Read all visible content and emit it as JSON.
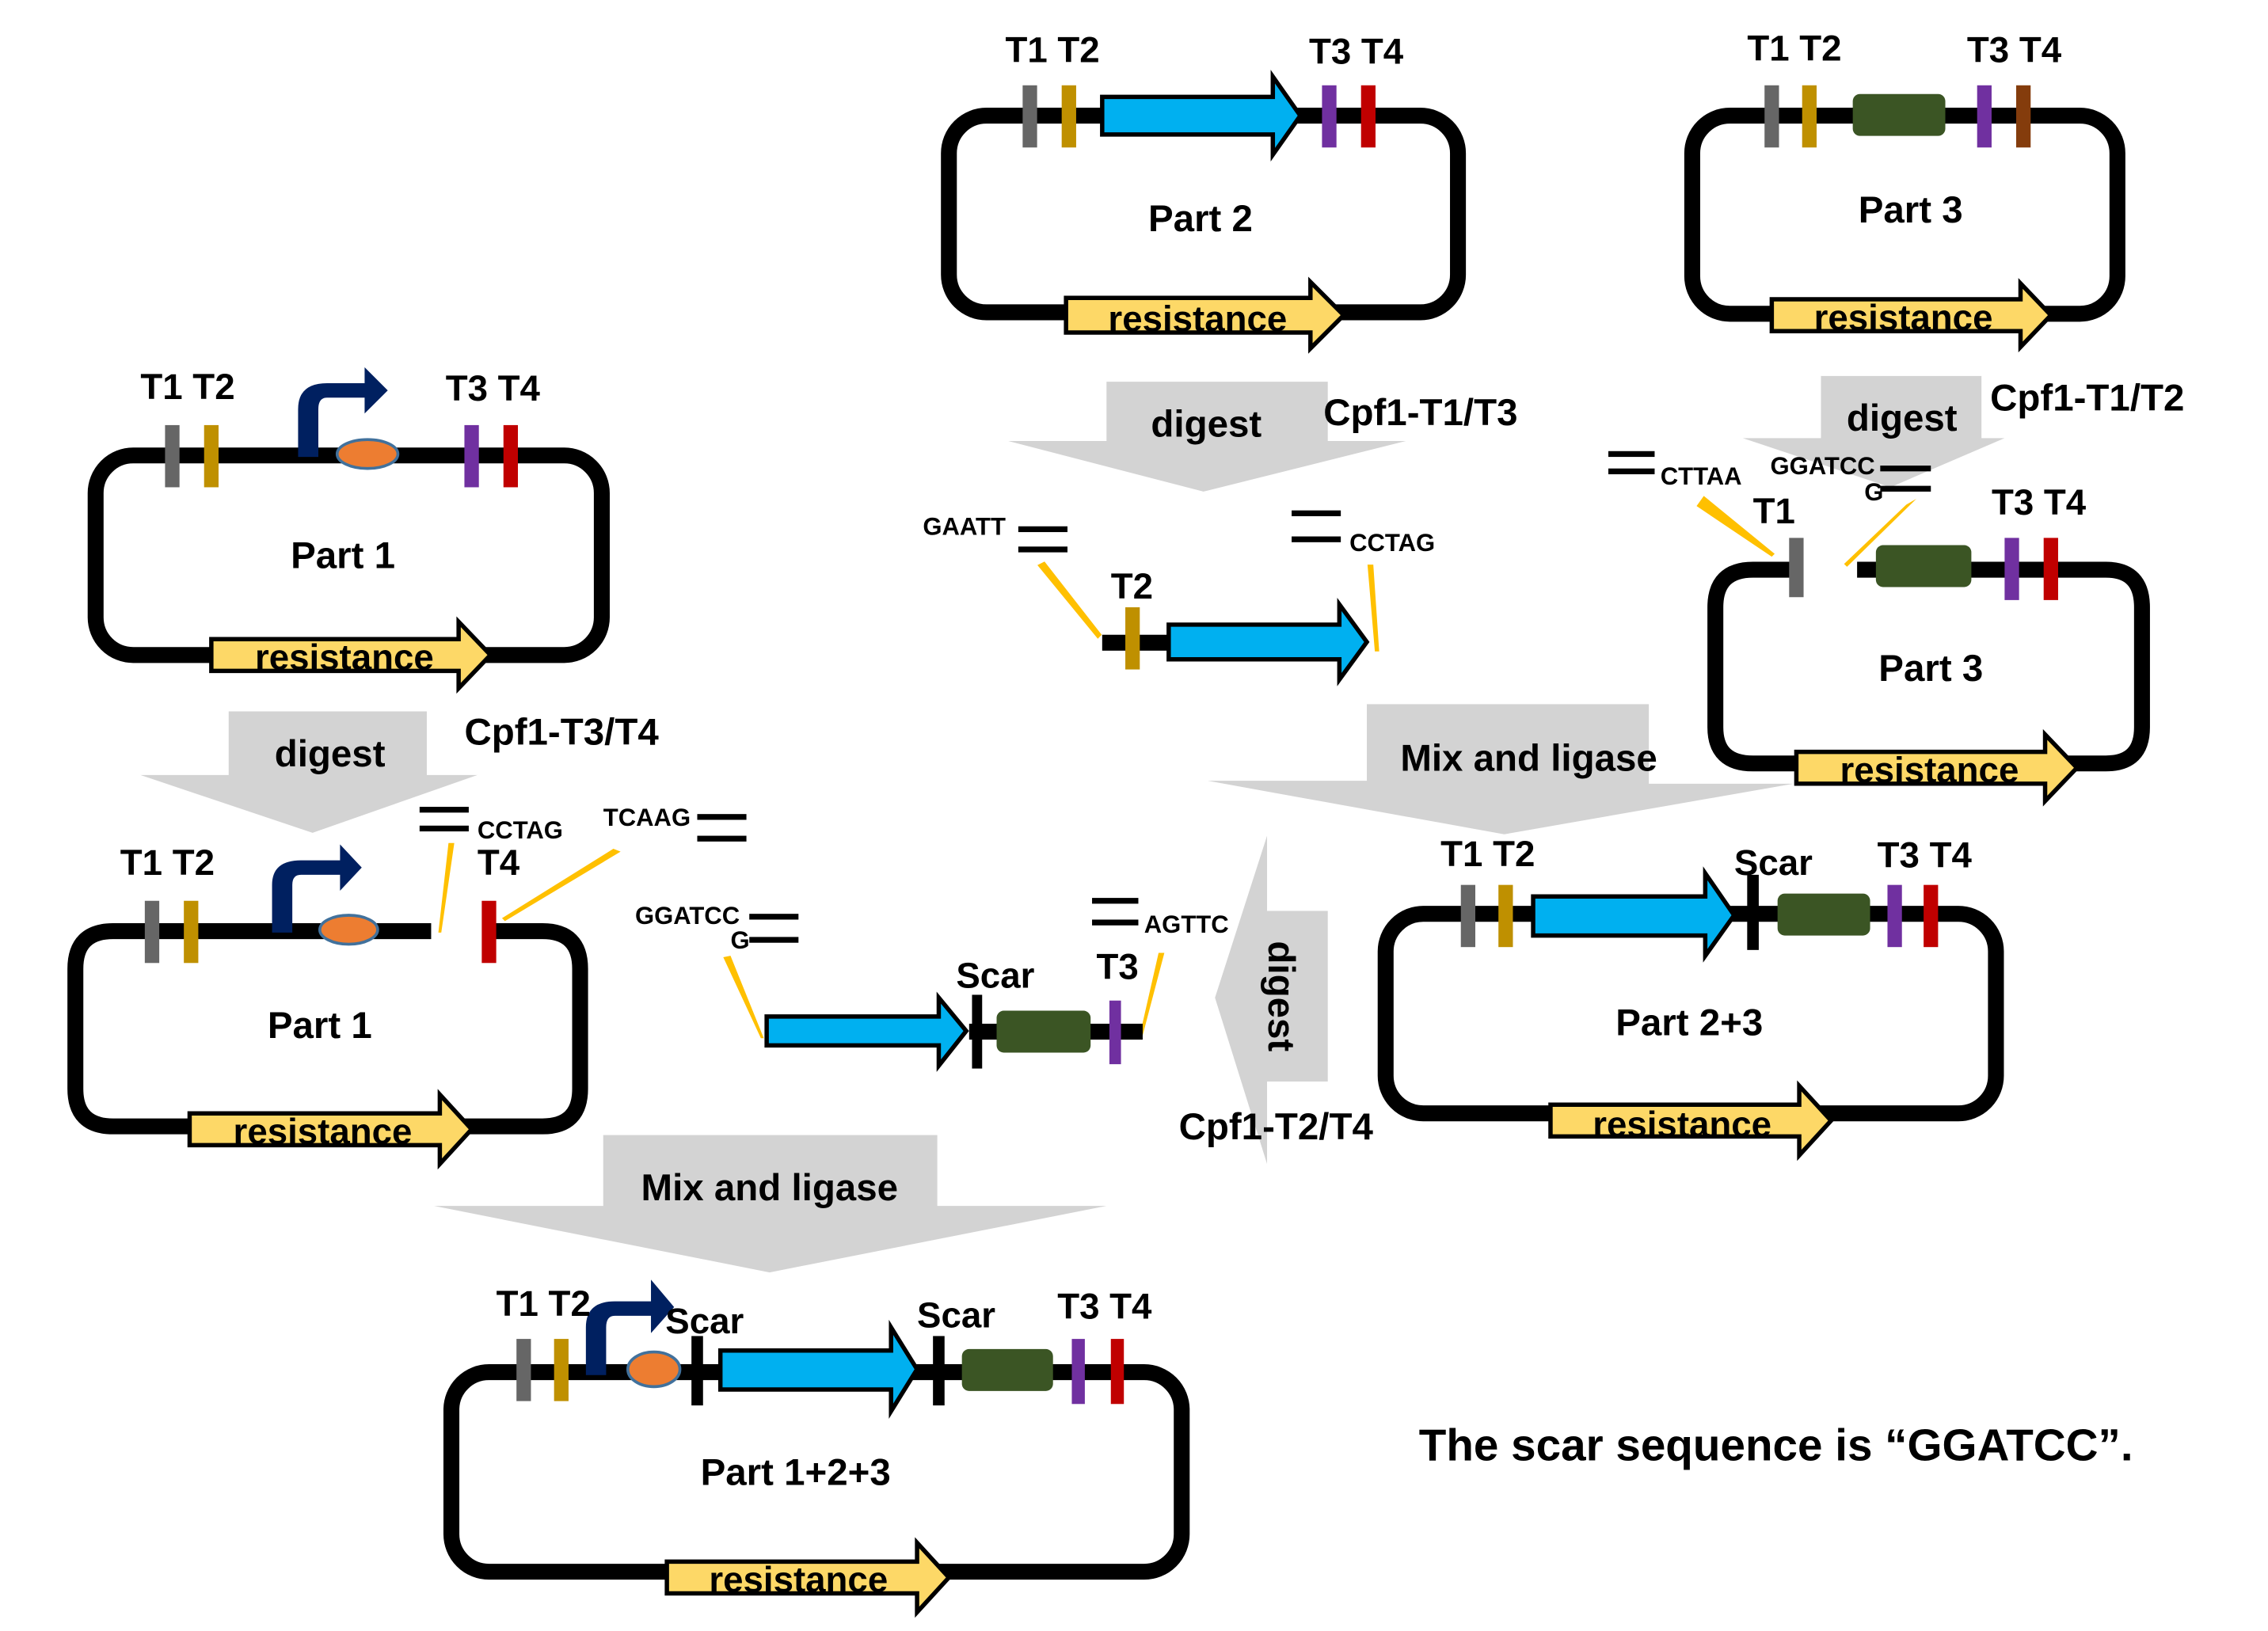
{
  "colors": {
    "T1": "#666666",
    "T2": "#bf9000",
    "T3": "#7030a0",
    "T4": "#c00000",
    "T4_part3_original": "#843c0c",
    "backbone": "#000000",
    "cds_part2": "#00b0f0",
    "gene_part3": "#3b5524",
    "promoter": "#002060",
    "rbs": "#ed7d31",
    "resistance": "#fdd867",
    "process_arrow": "#d3d3d3",
    "cut_line": "#ffc000"
  },
  "plasmids": {
    "part1": {
      "title": "Part 1",
      "resistance": "resistance",
      "labels": {
        "t1t2": "T1 T2",
        "t3t4": "T3 T4"
      }
    },
    "part2": {
      "title": "Part 2",
      "resistance": "resistance",
      "labels": {
        "t1t2": "T1 T2",
        "t3t4": "T3 T4"
      }
    },
    "part3": {
      "title": "Part 3",
      "resistance": "resistance",
      "labels": {
        "t1t2": "T1 T2",
        "t3t4": "T3 T4"
      }
    },
    "part1_cut": {
      "title": "Part 1",
      "resistance": "resistance",
      "labels": {
        "t1t2": "T1 T2",
        "t4": "T4"
      }
    },
    "part3_cut": {
      "title": "Part 3",
      "resistance": "resistance",
      "labels": {
        "t1": "T1",
        "t3t4": "T3 T4"
      }
    },
    "part23": {
      "title": "Part 2+3",
      "resistance": "resistance",
      "labels": {
        "t1t2": "T1 T2",
        "scar": "Scar",
        "t3t4": "T3 T4"
      }
    },
    "part123": {
      "title": "Part 1+2+3",
      "resistance": "resistance",
      "labels": {
        "t1t2": "T1 T2",
        "scar1": "Scar",
        "scar2": "Scar",
        "t3t4": "T3 T4"
      }
    }
  },
  "fragments": {
    "part2_fragment": {
      "label_t2": "T2",
      "left_overhang": "GAATT",
      "right_overhang": "CCTAG"
    },
    "part23_fragment": {
      "label_scar": "Scar",
      "label_t3": "T3",
      "left_overhang_top": "GGATCC",
      "left_overhang_bottom": "G",
      "right_overhang": "AGTTC"
    }
  },
  "overhangs": {
    "part1_cut_left": "CCTAG",
    "part1_cut_right": "TCAAG",
    "part3_cut_left": "CTTAA",
    "part3_cut_right_top": "GGATCC",
    "part3_cut_right_bottom": "G"
  },
  "steps": {
    "part2_digest": {
      "label": "digest",
      "enzyme": "Cpf1-T1/T3"
    },
    "part3_digest": {
      "label": "digest",
      "enzyme": "Cpf1-T1/T2"
    },
    "part1_digest": {
      "label": "digest",
      "enzyme": "Cpf1-T3/T4"
    },
    "mix_23": {
      "label": "Mix and ligase"
    },
    "part23_digest": {
      "label": "digest",
      "enzyme": "Cpf1-T2/T4"
    },
    "mix_123": {
      "label": "Mix and ligase"
    }
  },
  "note": "The scar sequence is “GGATCC”."
}
